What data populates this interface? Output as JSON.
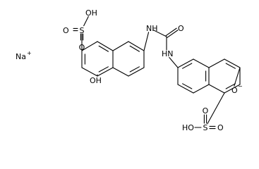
{
  "structure": {
    "counter_ion": {
      "symbol": "Na",
      "charge": "+"
    },
    "top_unit": {
      "sulfonic_acid": {
        "hydroxyl": "OH",
        "sulfur": "S",
        "oxo_left": "O",
        "oxo_bottom": "O"
      },
      "hydroxyl": "OH",
      "amine": "NH"
    },
    "urea": {
      "carbonyl_oxygen": "O"
    },
    "bottom_unit": {
      "amine": "HN",
      "phenoxide": {
        "oxygen": "O",
        "charge": "−"
      },
      "sulfonic_acid": {
        "hydroxyl": "HO",
        "sulfur": "S",
        "oxo_top": "O",
        "oxo_right": "O"
      }
    }
  }
}
